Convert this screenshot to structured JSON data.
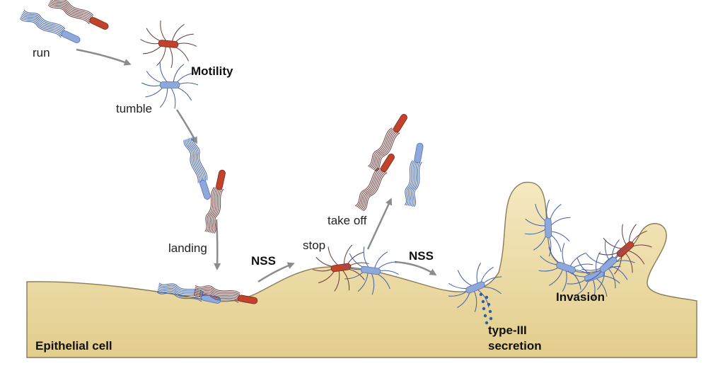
{
  "labels": {
    "run": "run",
    "motility": "Motility",
    "tumble": "tumble",
    "landing": "landing",
    "nss_left": "NSS",
    "stop": "stop",
    "take_off": "take off",
    "nss_right": "NSS",
    "invasion": "Invasion",
    "type_iii_line1": "type-III",
    "type_iii_line2": "secretion",
    "epithelial_cell": "Epithelial cell"
  },
  "colors": {
    "cell_fill_top": "#f5e9c0",
    "cell_fill_bottom": "#e2cd8c",
    "cell_outline": "#8a7a55",
    "bacterium_blue": "#8fa8dc",
    "bacterium_red": "#c1432b",
    "flagella_blue": "#3e5ea8",
    "flagella_red": "#6b3a3a",
    "arrow": "#8c8c8c",
    "secretion_dots": "#2f5f9f"
  }
}
